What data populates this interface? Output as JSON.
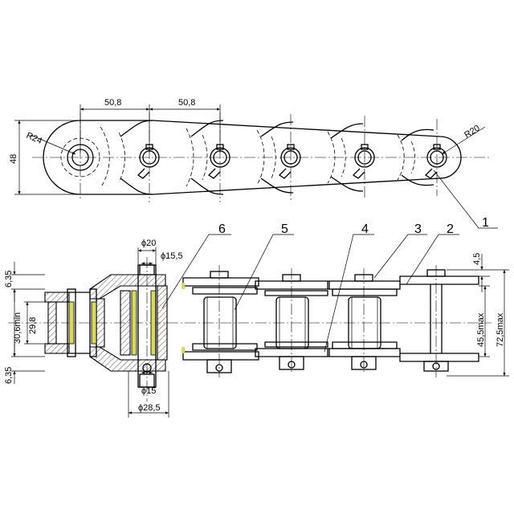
{
  "dimensions": {
    "pitch_1": "50,8",
    "pitch_2": "50,8",
    "height": "48",
    "r_large": "R24",
    "r_small": "R20",
    "phi_20": "ϕ20",
    "phi_15_5": "ϕ15,5",
    "phi_15": "ϕ15",
    "phi_28_5": "ϕ28,5",
    "d_6_35_top": "6,35",
    "d_6_35_bottom": "6,35",
    "d_30_6": "30,6min",
    "d_29_8": "29,8",
    "d_4_5": "4,5",
    "d_45_5": "45,5max",
    "d_72_5": "72,5max"
  },
  "callouts": [
    "1",
    "2",
    "3",
    "4",
    "5",
    "6"
  ],
  "colors": {
    "line": "#000000",
    "accent": "#d8d860",
    "background": "#ffffff"
  }
}
